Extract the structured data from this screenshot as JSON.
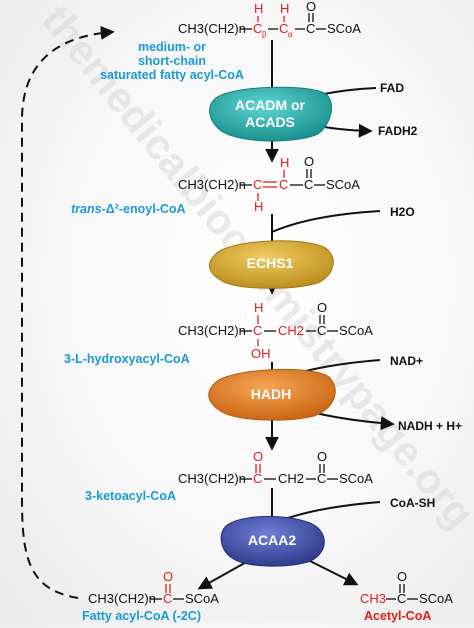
{
  "watermark": "themedicalbiochemistrypage.org",
  "substrate": {
    "formula_main": "CH3(CH2)n",
    "beta_c": "C",
    "beta_sub": "β",
    "alpha_c": "C",
    "alpha_sub": "α",
    "h_beta": "H",
    "h_alpha": "H",
    "carbonyl_c": "C",
    "o": "O",
    "scoa": "SCoA",
    "label_line1": "medium- or",
    "label_line2": "short-chain",
    "label_line3": "saturated fatty acyl-CoA"
  },
  "enoyl": {
    "formula_main": "CH3(CH2)n",
    "c1": "C",
    "c2": "C",
    "h_top": "H",
    "h_bottom": "H",
    "carbonyl_c": "C",
    "o": "O",
    "scoa": "SCoA",
    "label_italic": "trans",
    "label_rest": "-Δ²-enoyl-CoA"
  },
  "hydroxy": {
    "formula_main": "CH3(CH2)n",
    "c": "C",
    "h": "H",
    "oh": "OH",
    "ch2": "CH2",
    "carbonyl_c": "C",
    "o": "O",
    "scoa": "SCoA",
    "label": "3-L-hydroxyacyl-CoA"
  },
  "keto": {
    "formula_main": "CH3(CH2)n",
    "c": "C",
    "o_keto": "O",
    "ch2": "CH2",
    "carbonyl_c": "C",
    "o": "O",
    "scoa": "SCoA",
    "label": "3-ketoacyl-CoA"
  },
  "products": {
    "fatty_formula": "CH3(CH2)n",
    "fatty_c": "C",
    "fatty_o": "O",
    "fatty_scoa": "SCoA",
    "fatty_label": "Fatty acyl-CoA (-2C)",
    "acetyl_ch3": "CH3",
    "acetyl_c": "C",
    "acetyl_o": "O",
    "acetyl_scoa": "SCoA",
    "acetyl_label": "Acetyl-CoA"
  },
  "enzymes": {
    "e1_line1": "ACADM or",
    "e1_line2": "ACADS",
    "e2": "ECHS1",
    "e3": "HADH",
    "e4": "ACAA2"
  },
  "cofactors": {
    "fad": "FAD",
    "fadh2": "FADH2",
    "h2o": "H2O",
    "nad": "NAD+",
    "nadh": "NADH + H+",
    "coash": "CoA-SH"
  },
  "colors": {
    "enzyme1": "#1fa7a6",
    "enzyme2": "#d4a52a",
    "enzyme3": "#e07a1c",
    "enzyme4": "#3949a8",
    "label_blue": "#1a9ad6",
    "highlight_red": "#e0201b"
  }
}
